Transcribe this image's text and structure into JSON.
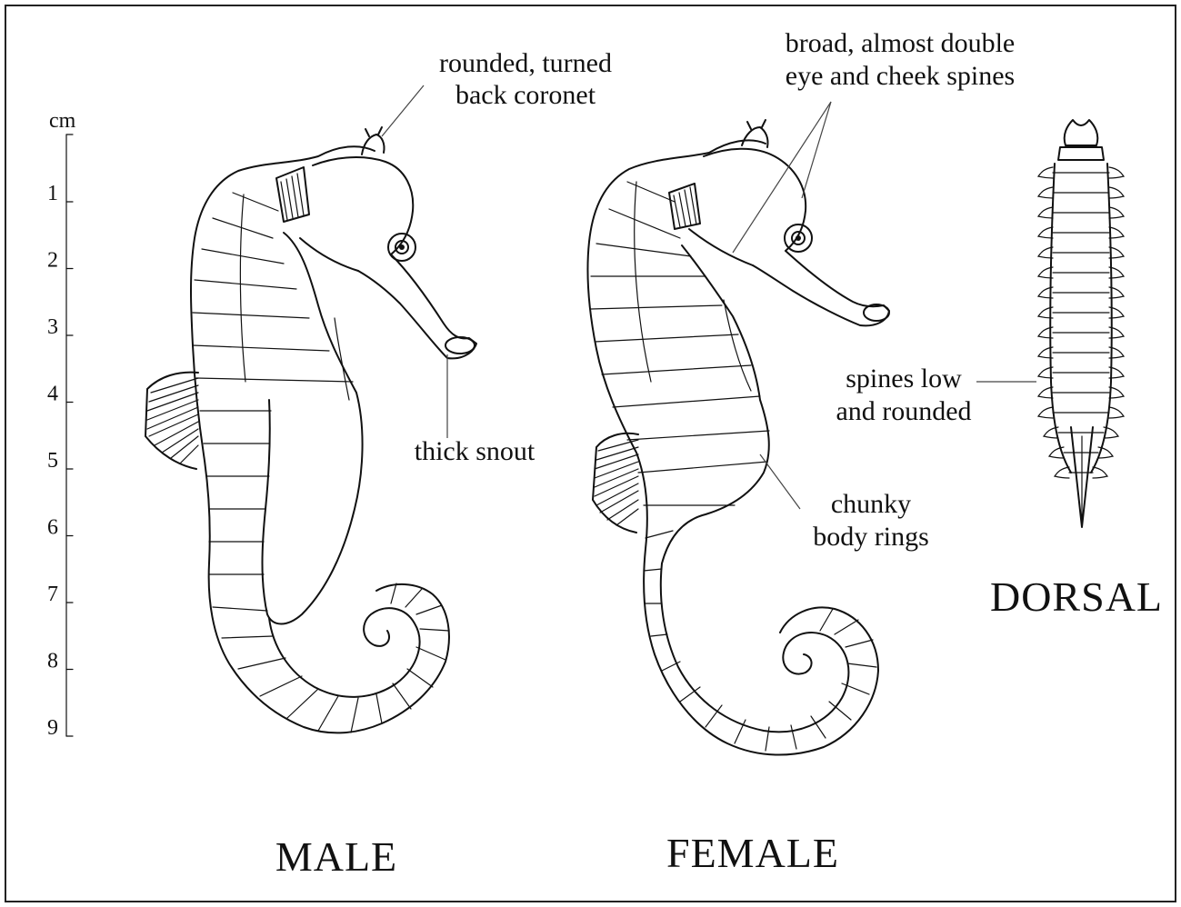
{
  "scale": {
    "unit": "cm",
    "ticks": [
      "1",
      "2",
      "3",
      "4",
      "5",
      "6",
      "7",
      "8",
      "9"
    ]
  },
  "labels": {
    "coronet": [
      "rounded, turned",
      "back coronet"
    ],
    "eye_spines": [
      "broad, almost double",
      "eye and cheek spines"
    ],
    "snout": "thick snout",
    "body_rings": [
      "chunky",
      "body rings"
    ],
    "spines_low": [
      "spines low",
      "and rounded"
    ]
  },
  "views": {
    "male": "MALE",
    "female": "FEMALE",
    "dorsal": "DORSAL"
  }
}
